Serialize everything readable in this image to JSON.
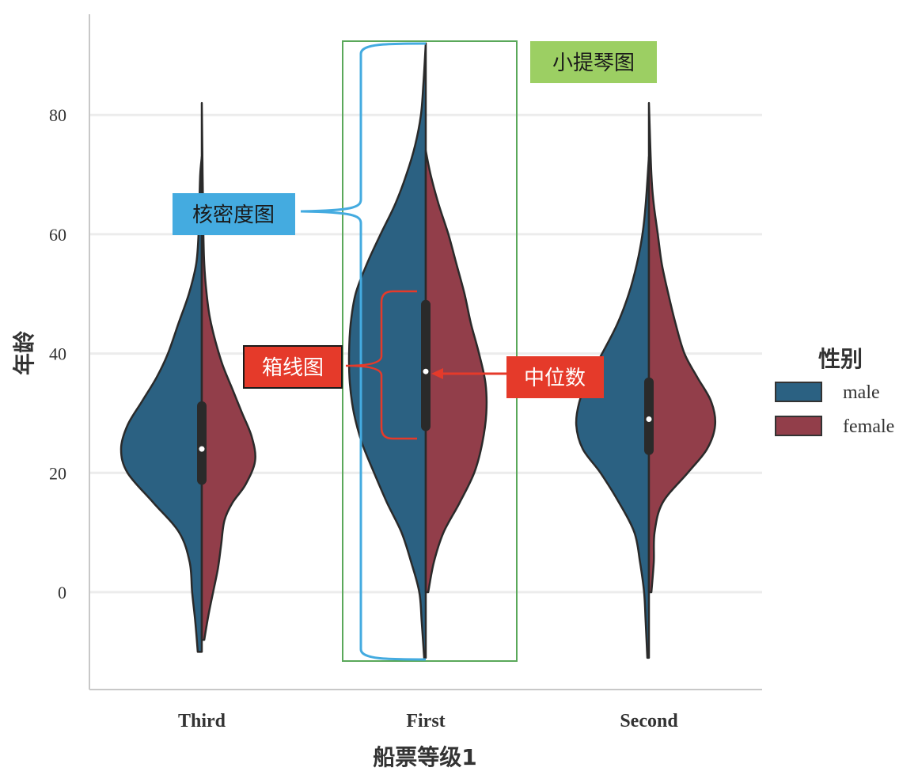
{
  "chart_data": {
    "type": "violin",
    "split": true,
    "categories": [
      "Third",
      "First",
      "Second"
    ],
    "xlabel": "船票等级1",
    "ylabel": "年龄",
    "ylim": [
      -13,
      97
    ],
    "yticks": [
      0,
      20,
      40,
      60,
      80
    ],
    "grid": "horizontal",
    "legend": {
      "title": "性别",
      "placement": "right",
      "entries": [
        {
          "name": "male",
          "color": "#2b6182"
        },
        {
          "name": "female",
          "color": "#923e4a"
        }
      ]
    },
    "series": [
      {
        "name": "male",
        "color": "#2b6182",
        "violins": [
          {
            "category": "Third",
            "y_min": -10,
            "y_max": 73,
            "profile": [
              [
                -10,
                0.05
              ],
              [
                -5,
                0.08
              ],
              [
                0,
                0.12
              ],
              [
                5,
                0.15
              ],
              [
                10,
                0.28
              ],
              [
                15,
                0.6
              ],
              [
                20,
                0.92
              ],
              [
                24,
                1.0
              ],
              [
                28,
                0.92
              ],
              [
                32,
                0.74
              ],
              [
                36,
                0.56
              ],
              [
                40,
                0.42
              ],
              [
                45,
                0.29
              ],
              [
                50,
                0.16
              ],
              [
                55,
                0.07
              ],
              [
                60,
                0.04
              ],
              [
                65,
                0.03
              ],
              [
                70,
                0.02
              ],
              [
                73,
                0.0
              ]
            ]
          },
          {
            "category": "First",
            "y_min": -11,
            "y_max": 92,
            "profile": [
              [
                -11,
                0.02
              ],
              [
                -5,
                0.05
              ],
              [
                0,
                0.08
              ],
              [
                5,
                0.18
              ],
              [
                10,
                0.3
              ],
              [
                15,
                0.48
              ],
              [
                20,
                0.64
              ],
              [
                25,
                0.79
              ],
              [
                30,
                0.89
              ],
              [
                35,
                0.94
              ],
              [
                40,
                0.95
              ],
              [
                45,
                0.93
              ],
              [
                50,
                0.87
              ],
              [
                55,
                0.73
              ],
              [
                60,
                0.56
              ],
              [
                65,
                0.38
              ],
              [
                70,
                0.24
              ],
              [
                75,
                0.13
              ],
              [
                80,
                0.06
              ],
              [
                85,
                0.03
              ],
              [
                92,
                0.0
              ]
            ]
          },
          {
            "category": "Second",
            "y_min": -11,
            "y_max": 73,
            "profile": [
              [
                -11,
                0.02
              ],
              [
                -5,
                0.04
              ],
              [
                0,
                0.06
              ],
              [
                5,
                0.11
              ],
              [
                10,
                0.18
              ],
              [
                15,
                0.37
              ],
              [
                20,
                0.6
              ],
              [
                24,
                0.82
              ],
              [
                28,
                0.9
              ],
              [
                32,
                0.86
              ],
              [
                36,
                0.74
              ],
              [
                40,
                0.58
              ],
              [
                45,
                0.39
              ],
              [
                50,
                0.25
              ],
              [
                55,
                0.15
              ],
              [
                60,
                0.08
              ],
              [
                65,
                0.04
              ],
              [
                73,
                0.0
              ]
            ]
          }
        ]
      },
      {
        "name": "female",
        "color": "#923e4a",
        "violins": [
          {
            "category": "Third",
            "y_min": -8,
            "y_max": 82,
            "profile": [
              [
                -8,
                0.03
              ],
              [
                -4,
                0.08
              ],
              [
                0,
                0.14
              ],
              [
                4,
                0.2
              ],
              [
                8,
                0.24
              ],
              [
                12,
                0.28
              ],
              [
                15,
                0.38
              ],
              [
                18,
                0.54
              ],
              [
                22,
                0.66
              ],
              [
                26,
                0.62
              ],
              [
                30,
                0.5
              ],
              [
                34,
                0.38
              ],
              [
                38,
                0.26
              ],
              [
                42,
                0.17
              ],
              [
                46,
                0.1
              ],
              [
                50,
                0.06
              ],
              [
                55,
                0.03
              ],
              [
                60,
                0.02
              ],
              [
                70,
                0.01
              ],
              [
                82,
                0.0
              ]
            ]
          },
          {
            "category": "First",
            "y_min": 0,
            "y_max": 74,
            "profile": [
              [
                0,
                0.03
              ],
              [
                5,
                0.1
              ],
              [
                10,
                0.22
              ],
              [
                15,
                0.42
              ],
              [
                20,
                0.6
              ],
              [
                25,
                0.7
              ],
              [
                30,
                0.75
              ],
              [
                35,
                0.74
              ],
              [
                40,
                0.66
              ],
              [
                45,
                0.56
              ],
              [
                50,
                0.48
              ],
              [
                55,
                0.38
              ],
              [
                60,
                0.28
              ],
              [
                65,
                0.16
              ],
              [
                70,
                0.06
              ],
              [
                74,
                0.0
              ]
            ]
          },
          {
            "category": "Second",
            "y_min": 0,
            "y_max": 82,
            "profile": [
              [
                0,
                0.03
              ],
              [
                5,
                0.06
              ],
              [
                10,
                0.07
              ],
              [
                15,
                0.17
              ],
              [
                20,
                0.48
              ],
              [
                24,
                0.72
              ],
              [
                28,
                0.82
              ],
              [
                32,
                0.77
              ],
              [
                36,
                0.6
              ],
              [
                40,
                0.44
              ],
              [
                45,
                0.33
              ],
              [
                50,
                0.24
              ],
              [
                55,
                0.16
              ],
              [
                60,
                0.11
              ],
              [
                65,
                0.06
              ],
              [
                70,
                0.03
              ],
              [
                82,
                0.0
              ]
            ]
          }
        ]
      }
    ],
    "boxes": [
      {
        "category": "Third",
        "q1": 18,
        "median": 24,
        "q3": 32
      },
      {
        "category": "First",
        "q1": 27,
        "median": 37,
        "q3": 49
      },
      {
        "category": "Second",
        "q1": 23,
        "median": 29,
        "q3": 36
      }
    ]
  },
  "annotations": {
    "violin_label": {
      "text": "小提琴图",
      "bg": "#9ccf63"
    },
    "kde_label": {
      "text": "核密度图",
      "bg": "#44abe0"
    },
    "box_label": {
      "text": "箱线图",
      "bg": "#e53a2a"
    },
    "median_label": {
      "text": "中位数",
      "bg": "#e53a2a"
    }
  }
}
